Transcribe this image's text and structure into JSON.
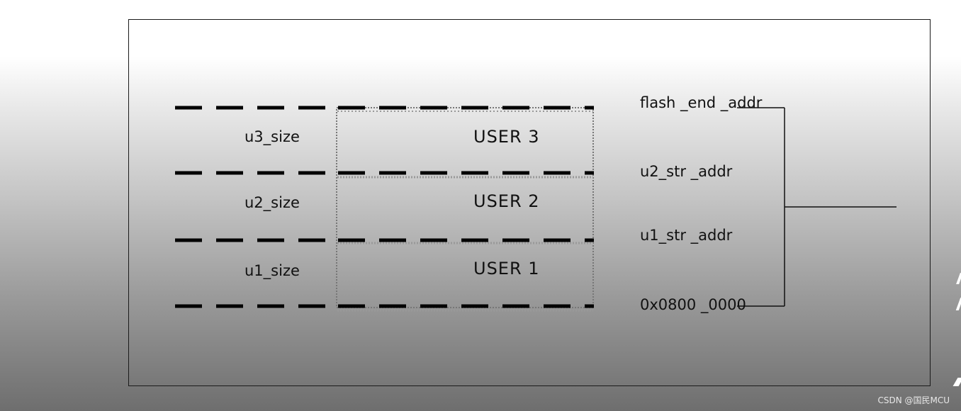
{
  "diagram": {
    "left_labels": {
      "u3": "u3_size",
      "u2": "u2_size",
      "u1": "u1_size"
    },
    "blocks": {
      "user3": "USER  3",
      "user2": "USER  2",
      "user1": "USER  1"
    },
    "right_labels": {
      "flash_end": "flash _end _addr",
      "u2_start": "u2_str _addr",
      "u1_start": "u1_str _addr",
      "base": "0x0800  _0000"
    }
  },
  "watermark": "CSDN @国民MCU"
}
